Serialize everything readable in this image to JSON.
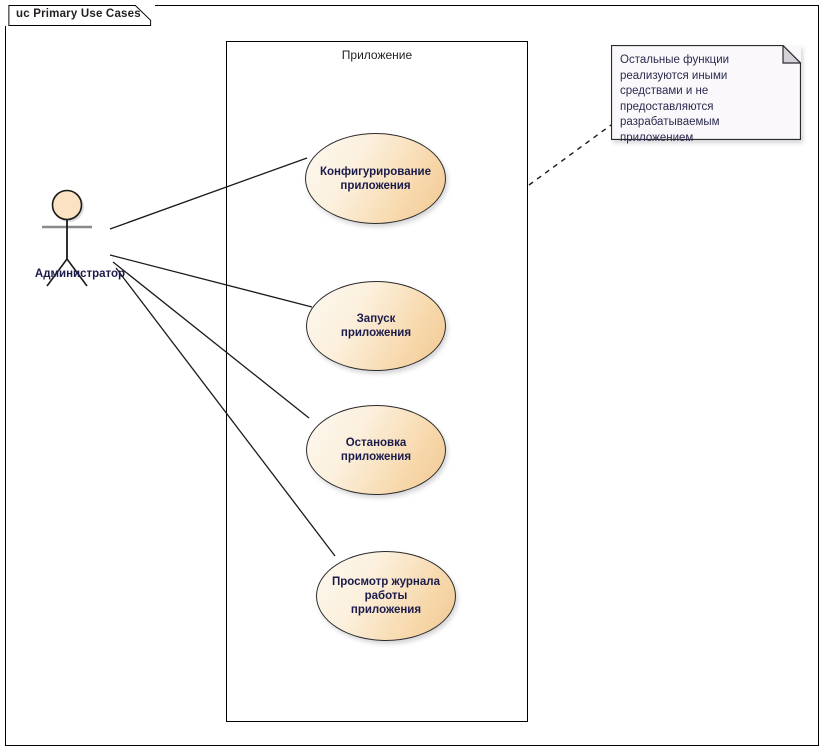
{
  "frame": {
    "tab_label": "uc Primary Use Cases"
  },
  "boundary": {
    "label": "Приложение"
  },
  "actor": {
    "label": "Администратор",
    "icon": "actor-stick-figure"
  },
  "use_cases": [
    {
      "label": "Конфигурирование\nприложения",
      "line1": "Конфигурирование",
      "line2": "приложения"
    },
    {
      "label": "Запуск приложения",
      "line1": "Запуск приложения",
      "line2": ""
    },
    {
      "label": "Остановка\nприложения",
      "line1": "Остановка",
      "line2": "приложения"
    },
    {
      "label": "Просмотр журнала\nработы приложения",
      "line1": "Просмотр журнала",
      "line2": "работы приложения"
    }
  ],
  "note": {
    "text": "Остальные функции реализуются иными средствами и не предоставляются разрабатываемым приложением"
  },
  "colors": {
    "usecase_fill_light": "#fdf8f0",
    "usecase_fill_dark": "#f2c892",
    "usecase_stroke": "#2b2b2b",
    "note_fill": "#faf8fb",
    "note_stroke": "#2b2b2b",
    "label_text": "#1b1b4b",
    "frame_stroke": "#000000",
    "actor_head_fill": "#fae2c2"
  }
}
